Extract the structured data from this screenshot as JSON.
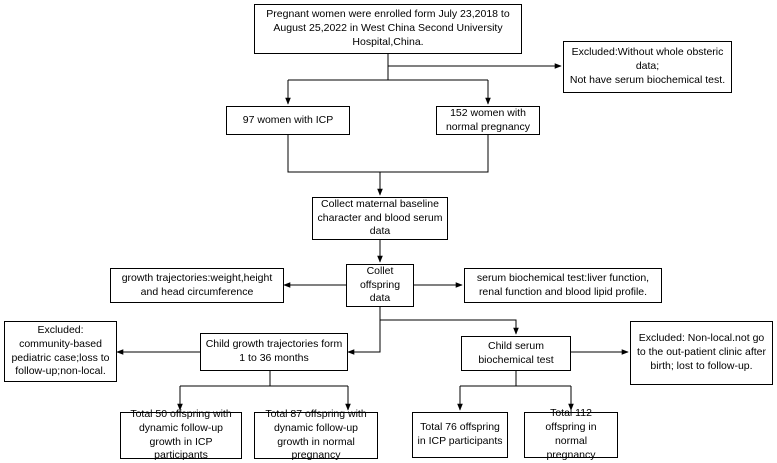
{
  "boxes": {
    "enrolled": "Pregnant women were enrolled form July 23,2018 to August 25,2022 in West China Second University Hospital,China.",
    "excluded_top": "Excluded:Without whole obsteric data;\nNot have serum biochemical test.",
    "icp_women": "97 women with ICP",
    "normal_women": "152 women with normal pregnancy",
    "collect_maternal": "Collect maternal baseline character and blood serum data",
    "collect_offspring": "Collet offspring data",
    "growth_traj": "growth trajectories:weight,height and head circumference",
    "serum_test": "serum biochemical test:liver function, renal function and blood lipid profile.",
    "excluded_left": "Excluded: community-based pediatric case;loss to follow-up;non-local.",
    "child_growth": "Child growth trajectories form 1 to 36 months",
    "child_serum": "Child serum biochemical test",
    "excluded_right": "Excluded: Non-local.not go to the out-patient clinic after birth; lost to follow-up.",
    "total50": "Total 50 offspring with dynamic follow-up growth in ICP participants",
    "total87": "Total 87 offspring with dynamic follow-up growth in normal pregnancy",
    "total76": "Total 76 offspring in ICP participants",
    "total112": "Total 112 offspring in normal pregnancy"
  }
}
